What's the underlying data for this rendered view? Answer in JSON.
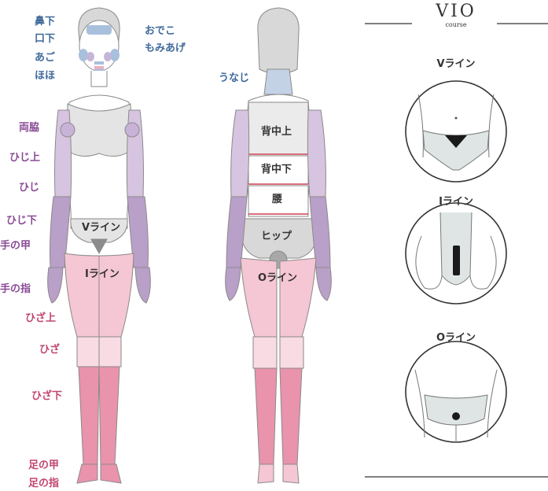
{
  "front_face_labels": [
    "鼻下",
    "口下",
    "あご",
    "ほほ"
  ],
  "front_head_labels": [
    "おでこ",
    "もみあげ"
  ],
  "front_arm_labels": [
    "両脇",
    "ひじ上",
    "ひじ",
    "ひじ下",
    "手の甲",
    "手の指"
  ],
  "front_leg_labels": [
    "ひざ上",
    "ひざ",
    "ひざ下",
    "足の甲",
    "足の指"
  ],
  "front_body_labels": {
    "v_line": "Vライン",
    "i_line": "Iライン"
  },
  "back_labels": {
    "nape": "うなじ",
    "upper_back": "背中上",
    "lower_back": "背中下",
    "waist": "腰",
    "hip": "ヒップ",
    "o_line": "Oライン"
  },
  "vio": {
    "title": "VIO",
    "subtitle": "course",
    "sections": [
      {
        "label": "Vライン"
      },
      {
        "label": "Iライン"
      },
      {
        "label": "Oライン"
      }
    ]
  },
  "colors": {
    "face_blue": "#a9c0dc",
    "arm_purple": "#b9a0c8",
    "leg_pink": "#f2b5c7",
    "accent_dark": "#222222"
  }
}
